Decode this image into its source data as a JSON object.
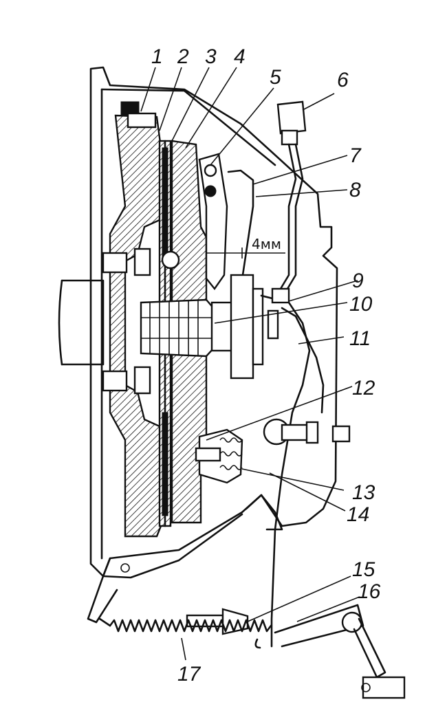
{
  "callouts": [
    "1",
    "2",
    "3",
    "4",
    "5",
    "6",
    "7",
    "8",
    "9",
    "10",
    "11",
    "12",
    "13",
    "14",
    "15",
    "16",
    "17"
  ],
  "dimension_label": "4мм",
  "colors": {
    "ink": "#111111",
    "paper": "#ffffff"
  }
}
